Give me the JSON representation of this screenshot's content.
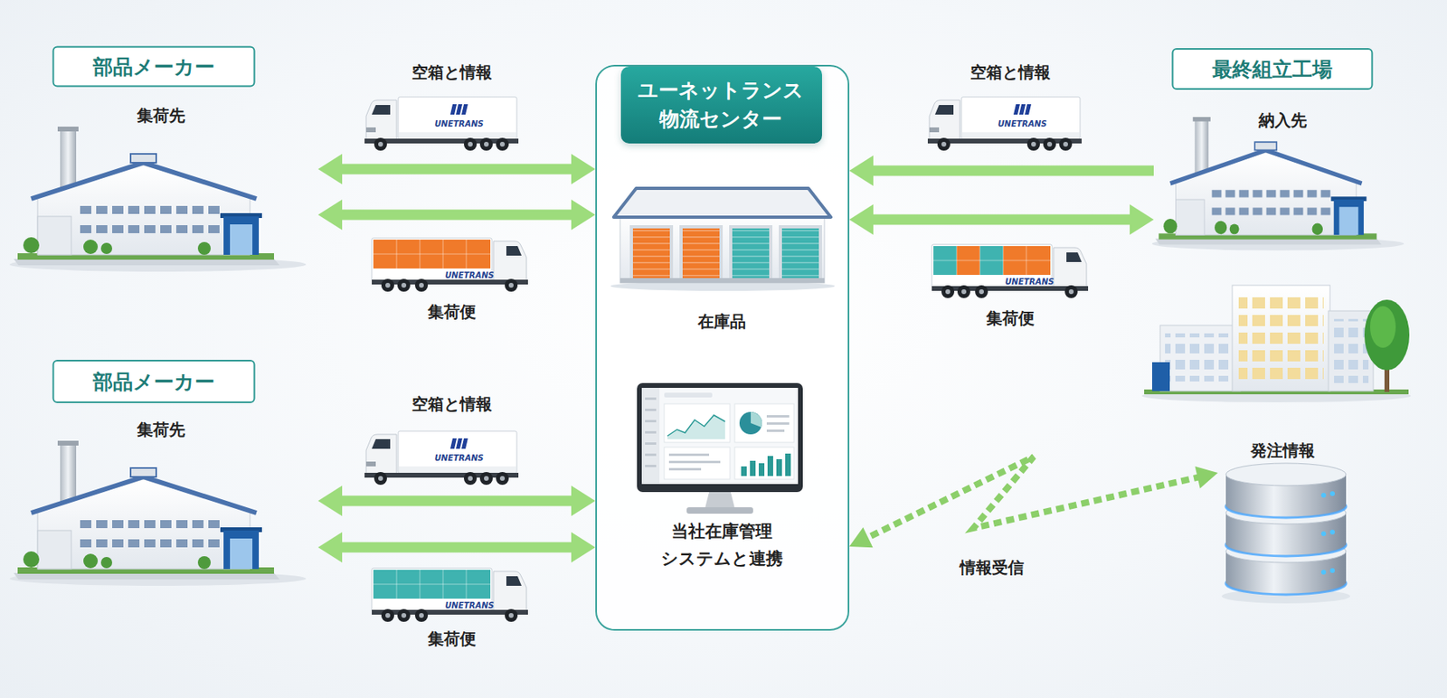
{
  "diagram": {
    "nodes": [
      {
        "text": [
          "部品メーカー",
          "集荷先"
        ]
      },
      {
        "text": [
          "在庫品",
          "当社在庫管理 システムと連携"
        ]
      },
      {
        "text": [
          "ユーネットランス 物流センター"
        ],
        "in": 1
      },
      {
        "text": [
          "最終組立工場",
          "納入先"
        ]
      },
      {
        "text": [
          "部品メーカー",
          "集荷先"
        ]
      },
      {
        "text": [
          "発注情報"
        ]
      }
    ],
    "edges": [
      {
        "from": 0,
        "to": 1,
        "arrow": "both",
        "label": "空箱と情報"
      },
      {
        "from": 0,
        "to": 1,
        "arrow": "both",
        "label": "集荷便"
      },
      {
        "from": 3,
        "to": 1,
        "arrow": "to",
        "label": "空箱と情報"
      },
      {
        "from": 3,
        "to": 1,
        "arrow": "both",
        "label": "集荷便"
      },
      {
        "from": 4,
        "to": 1,
        "arrow": "both",
        "label": "空箱と情報"
      },
      {
        "from": 4,
        "to": 1,
        "arrow": "both",
        "label": "集荷便"
      },
      {
        "from": 5,
        "to": 1,
        "arrow": "both",
        "label": "情報受信"
      }
    ],
    "labels": [
      "UNETRANS",
      "UNETRANS",
      "UNETRANS",
      "UNETRANS",
      "UNETRANS",
      "UNETRANS"
    ]
  }
}
